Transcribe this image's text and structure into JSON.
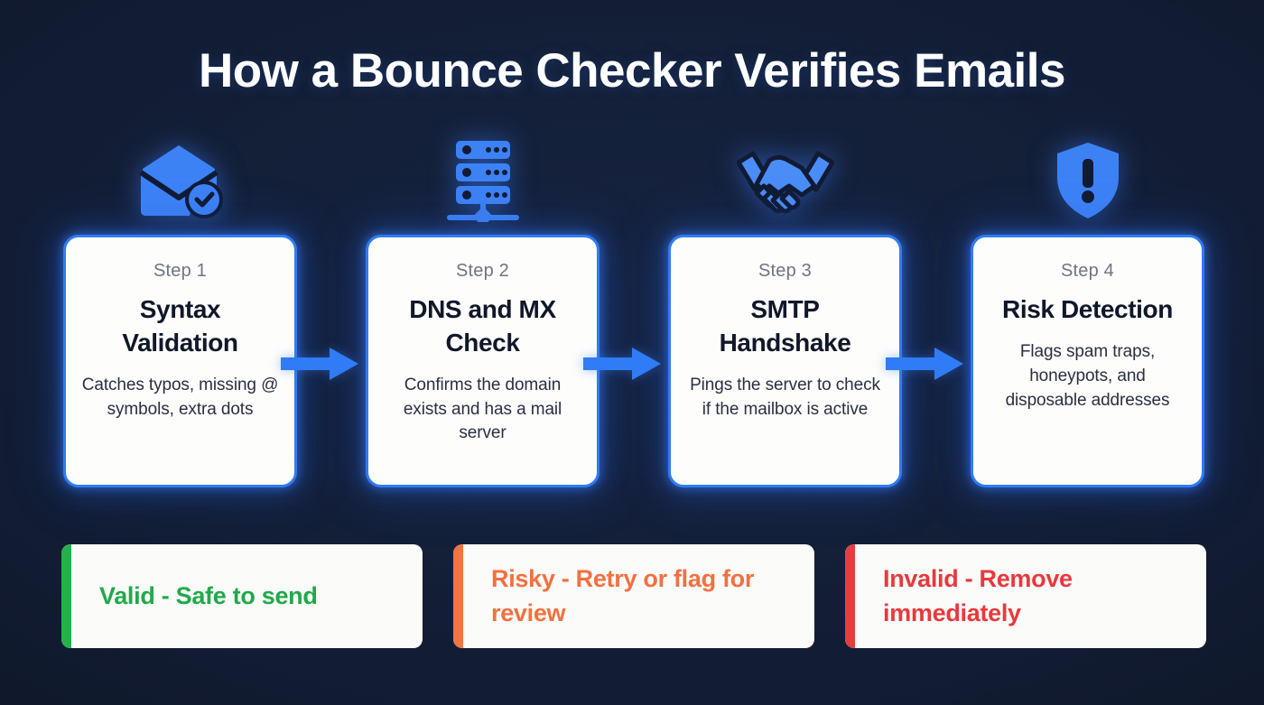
{
  "page": {
    "title": "How a Bounce Checker Verifies Emails",
    "background_color": "#142039",
    "accent_blue": "#2f7cf6"
  },
  "steps": [
    {
      "icon": "envelope-check-icon",
      "step_label": "Step 1",
      "title": "Syntax Validation",
      "description": "Catches typos, missing @ symbols, extra dots"
    },
    {
      "icon": "server-rack-icon",
      "step_label": "Step 2",
      "title": "DNS and MX Check",
      "description": "Confirms the domain exists and has a mail server"
    },
    {
      "icon": "handshake-icon",
      "step_label": "Step 3",
      "title": "SMTP Handshake",
      "description": "Pings the server to check if the mailbox is active"
    },
    {
      "icon": "shield-alert-icon",
      "step_label": "Step 4",
      "title": "Risk Detection",
      "description": "Flags spam traps, honeypots, and disposable addresses"
    }
  ],
  "connectors": [
    {
      "name": "arrow-step1-to-step2",
      "color": "#2f7cf6"
    },
    {
      "name": "arrow-step2-to-step3",
      "color": "#2f7cf6"
    },
    {
      "name": "arrow-step3-to-step4",
      "color": "#2f7cf6"
    }
  ],
  "results": [
    {
      "label": "Valid - Safe to send",
      "color": "#21a94a",
      "accent_color": "#22b24c"
    },
    {
      "label": "Risky - Retry or flag for review",
      "color": "#f2713f",
      "accent_color": "#f4733f"
    },
    {
      "label": "Invalid - Remove immediately",
      "color": "#e8393c",
      "accent_color": "#ea3b3e"
    }
  ]
}
